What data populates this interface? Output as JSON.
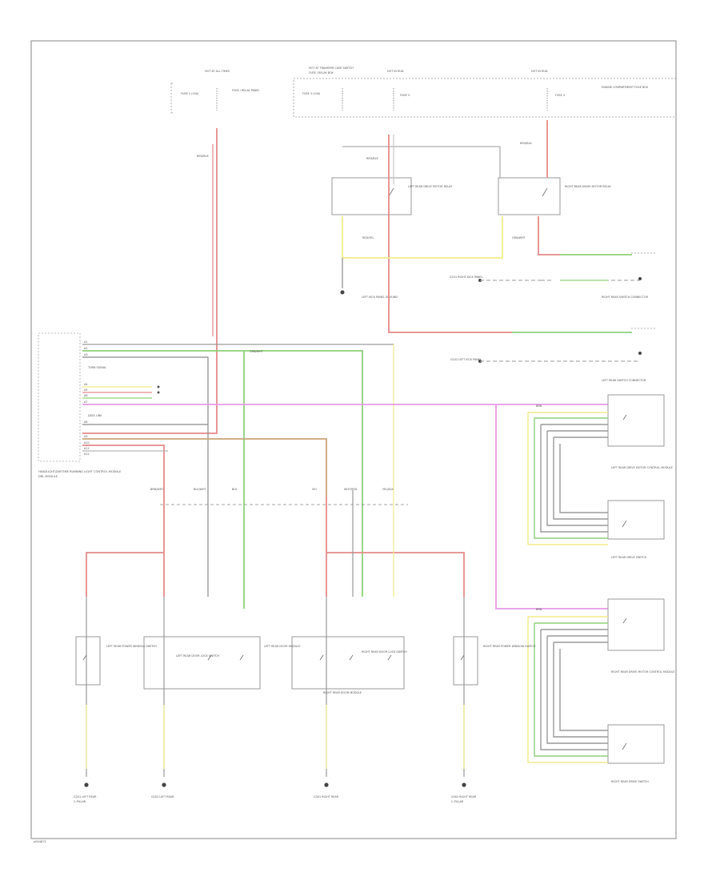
{
  "diagram": {
    "figure_id": "a004871",
    "colors": {
      "red": "#e58a8a",
      "gray": "#8a8a8a",
      "green": "#8fd17a",
      "yellow": "#f2ec8a",
      "magenta": "#e79ae6",
      "brown": "#c9a478"
    },
    "top": {
      "fuse_left_hdr": "HOT AT ALL TIMES",
      "fuse_left": "FUSE 2 (15A)",
      "fuse_left_note": "FUSE / RELAY PANEL",
      "relay_hdr": "HOT AT TRANSFER CASE SWITCH",
      "relay_hdr2": "FUSE / RELAY BOX",
      "relay_fuse": "FUSE 3 (10A)",
      "fuse_mid_hdr": "HOT IN RUN",
      "fuse_mid": "FUSE 3",
      "fuse_right_hdr": "HOT IN RUN",
      "fuse_right": "FUSE 4",
      "fuse_right_note": "ENGINE COMPARTMENT FUSE BOX",
      "left_relay": "LEFT REAR DRIVE MOTOR RELAY",
      "right_relay": "RIGHT REAR DRIVE MOTOR RELAY",
      "left_gnd": "LEFT KICK PANEL GROUND",
      "right_conn": "RIGHT REAR SWITCH CONNECTOR",
      "left_conn": "LEFT REAR SWITCH CONNECTOR",
      "g1": "G101 RIGHT KICK PANEL",
      "g2": "G102 LEFT KICK PANEL"
    },
    "wires": {
      "red_blk": "RED/BLK",
      "grn_wht": "GRN/WHT",
      "blu_wht": "BLU/WHT",
      "brn": "BRN",
      "brn_wht": "BRN/WHT",
      "red_yel": "RED/YEL",
      "yel_blk": "YEL/BLK",
      "blk": "BLK",
      "vio": "VIO",
      "wht_red": "WHT/RED"
    },
    "module": {
      "name": "HEADLIGHT/DAYTIME RUNNING LIGHT CONTROL MODULE",
      "label_short": "DRL MODULE",
      "pin_labels": [
        "A1",
        "A2",
        "A3",
        "A4",
        "A5",
        "A6",
        "A7",
        "A8",
        "A9",
        "A10",
        "A11",
        "A12"
      ],
      "notes": [
        "TURN SIGNAL",
        "DATA LINK"
      ]
    },
    "right_side": {
      "lr_unit": "LEFT REAR DRIVE MOTOR CONTROL MODULE",
      "lr_switch": "LEFT REAR DRIVE SWITCH",
      "rr_unit": "RIGHT REAR DRIVE MOTOR CONTROL MODULE",
      "rr_switch": "RIGHT REAR DRIVE SWITCH"
    },
    "bottom": {
      "c1": "LEFT REAR POWER WINDOW SWITCH",
      "c2": "LEFT REAR DOOR LOCK SWITCH",
      "c3": "LEFT REAR DOOR MODULE",
      "c4": "RIGHT REAR DOOR LOCK SWITCH",
      "c5": "RIGHT REAR POWER WINDOW SWITCH",
      "c6": "RIGHT REAR DOOR MODULE",
      "gnd1": "G201 LEFT REAR",
      "gnd2": "G202 LEFT REAR",
      "gnd3": "G301 RIGHT REAR",
      "gnd4": "G302 RIGHT REAR",
      "gnd_sub": "C-PILLAR"
    }
  }
}
